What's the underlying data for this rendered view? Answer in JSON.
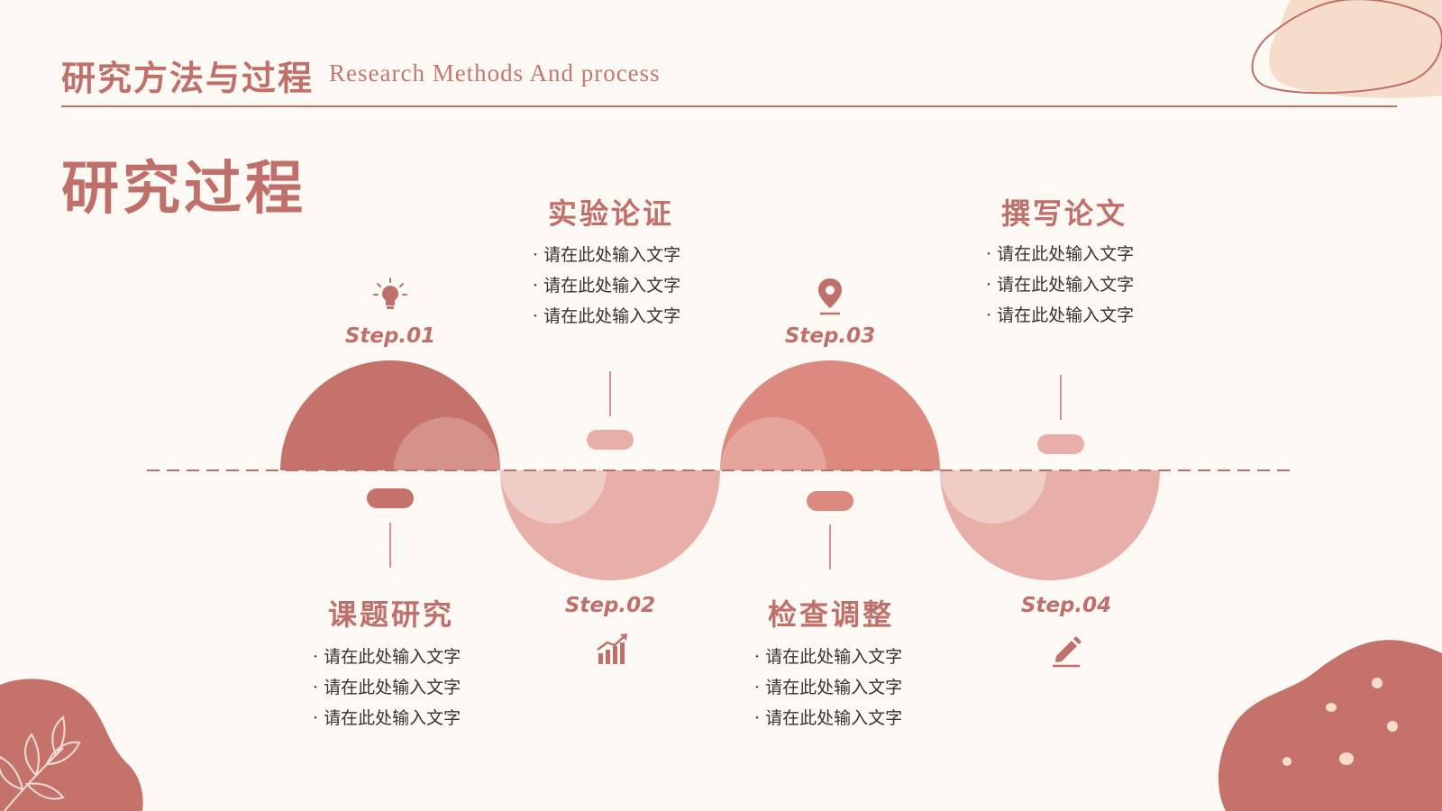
{
  "header": {
    "title_cn": "研究方法与过程",
    "title_en": "Research Methods And process"
  },
  "page_title": "研究过程",
  "steps": [
    {
      "label": "Step.01",
      "title": "课题研究",
      "icon": "lightbulb-icon",
      "bullets": [
        "请在此处输入文字",
        "请在此处输入文字",
        "请在此处输入文字"
      ]
    },
    {
      "label": "Step.02",
      "title": "实验论证",
      "icon": "bar-chart-icon",
      "bullets": [
        "请在此处输入文字",
        "请在此处输入文字",
        "请在此处输入文字"
      ]
    },
    {
      "label": "Step.03",
      "title": "检查调整",
      "icon": "location-pin-icon",
      "bullets": [
        "请在此处输入文字",
        "请在此处输入文字",
        "请在此处输入文字"
      ]
    },
    {
      "label": "Step.04",
      "title": "撰写论文",
      "icon": "pencil-icon",
      "bullets": [
        "请在此处输入文字",
        "请在此处输入文字",
        "请在此处输入文字"
      ]
    }
  ],
  "colors": {
    "background": "#fcf8f3",
    "accent": "#c0706a",
    "semi_dark": "#c5726b",
    "semi_coral": "#dc8a80",
    "semi_light": "#e8aea8",
    "highlight": "#f0ccc6",
    "blob_light": "#f6dcca"
  }
}
